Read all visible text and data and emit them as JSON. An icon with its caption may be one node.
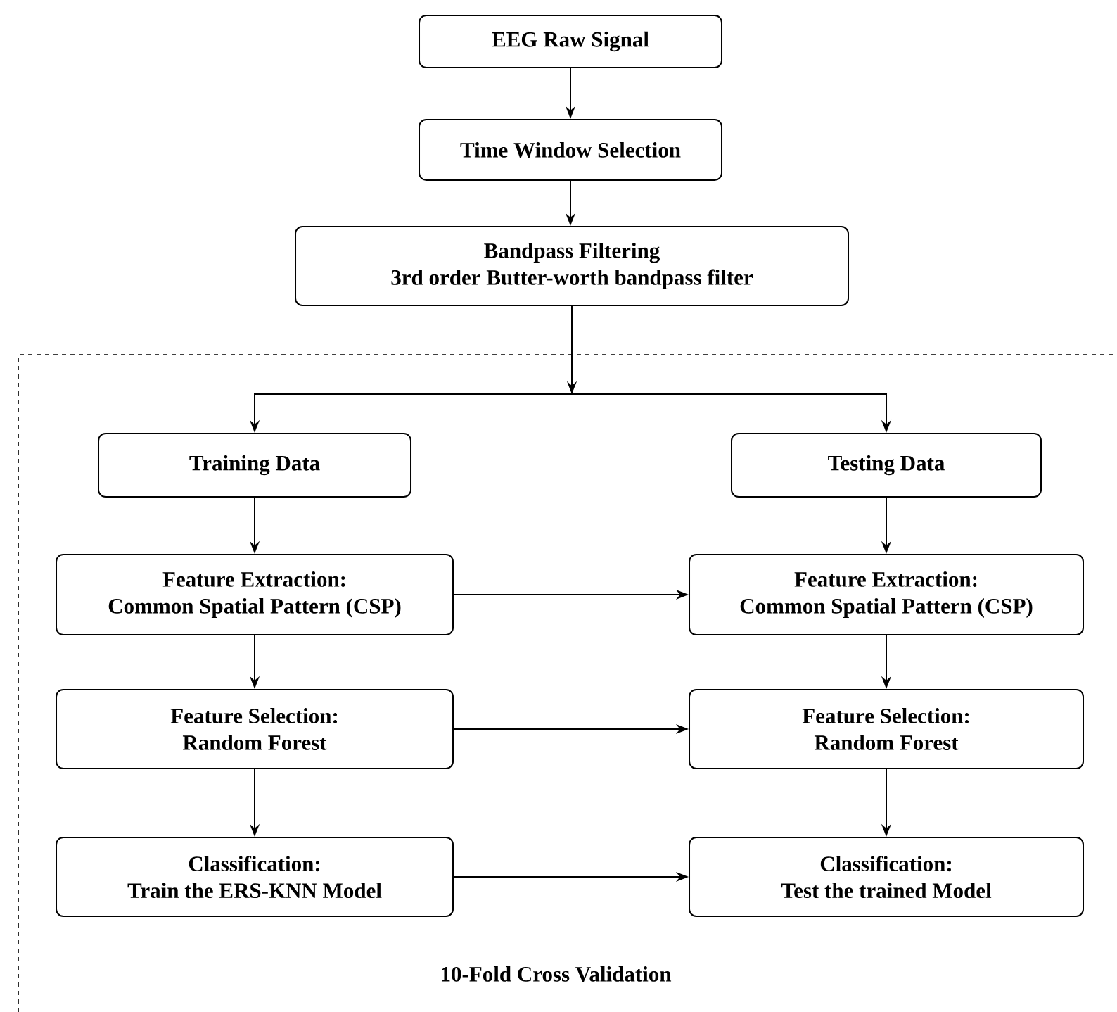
{
  "diagram": {
    "nodes": [
      {
        "text": [
          "EEG Raw Signal"
        ]
      },
      {
        "text": [
          "Time Window Selection"
        ]
      },
      {
        "text": [
          "Bandpass Filtering",
          "3rd order Butter-worth bandpass filter"
        ]
      },
      {
        "text": [
          "10-Fold Cross Validation"
        ]
      },
      {
        "text": [
          "Training Data"
        ],
        "in": 3
      },
      {
        "text": [
          "Testing Data"
        ],
        "in": 3
      },
      {
        "text": [
          "Feature Extraction:",
          "Common Spatial Pattern (CSP)"
        ],
        "in": 3
      },
      {
        "text": [
          "Feature Extraction:",
          "Common Spatial Pattern (CSP)"
        ],
        "in": 3
      },
      {
        "text": [
          "Feature Selection:",
          "Random Forest"
        ],
        "in": 3
      },
      {
        "text": [
          "Feature Selection:",
          "Random Forest"
        ],
        "in": 3
      },
      {
        "text": [
          "Classification:",
          "Train the ERS-KNN Model"
        ],
        "in": 3
      },
      {
        "text": [
          "Classification:",
          "Test the trained Model"
        ],
        "in": 3
      }
    ],
    "edges": [
      {
        "from": 0,
        "to": 1,
        "arrow": "to"
      },
      {
        "from": 1,
        "to": 2,
        "arrow": "to"
      },
      {
        "from": 2,
        "to": 4,
        "arrow": "to"
      },
      {
        "from": 2,
        "to": 5,
        "arrow": "to"
      },
      {
        "from": 4,
        "to": 6,
        "arrow": "to"
      },
      {
        "from": 5,
        "to": 7,
        "arrow": "to"
      },
      {
        "from": 6,
        "to": 7,
        "arrow": "to"
      },
      {
        "from": 6,
        "to": 8,
        "arrow": "to"
      },
      {
        "from": 7,
        "to": 9,
        "arrow": "to"
      },
      {
        "from": 8,
        "to": 9,
        "arrow": "to"
      },
      {
        "from": 8,
        "to": 10,
        "arrow": "to"
      },
      {
        "from": 9,
        "to": 11,
        "arrow": "to"
      },
      {
        "from": 10,
        "to": 11,
        "arrow": "to"
      }
    ]
  }
}
